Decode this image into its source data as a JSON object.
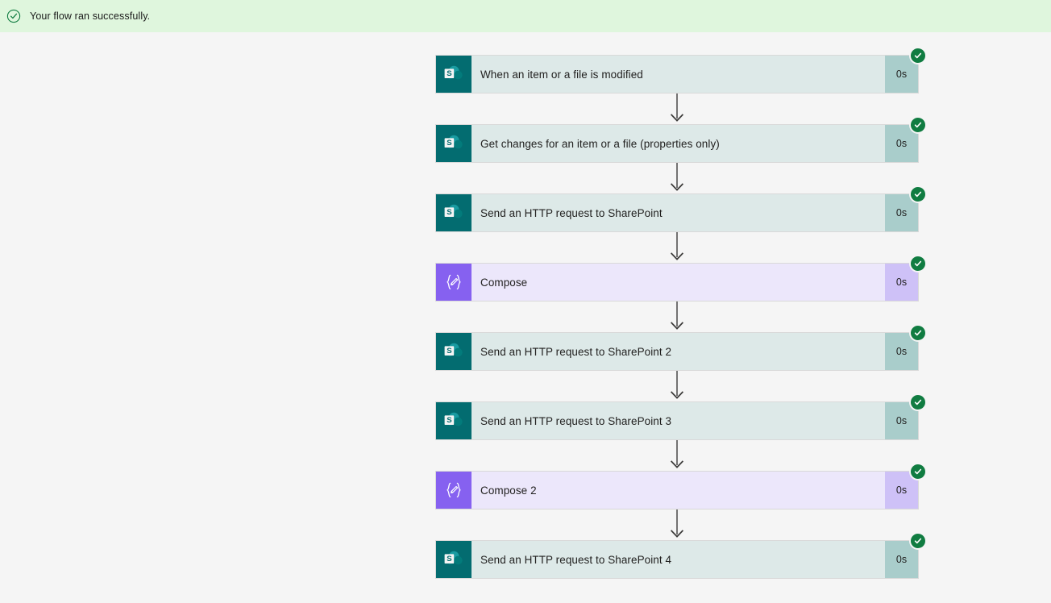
{
  "banner": {
    "icon": "check-circle-icon",
    "message": "Your flow ran successfully.",
    "background_color": "#dff6dd",
    "icon_color": "#107c41"
  },
  "colors": {
    "page_background": "#f5f5f5",
    "sharepoint_icon_bg": "#036c70",
    "sharepoint_title_bg": "#dde9e8",
    "sharepoint_duration_bg": "#a9cdcb",
    "compose_icon_bg": "#8661f0",
    "compose_title_bg": "#ece7fb",
    "compose_duration_bg": "#cec1f7",
    "status_success": "#107c41",
    "connector_line": "#3b3a39",
    "card_border": "#d9d9d9"
  },
  "flow": {
    "connector_icon": "arrow-down-icon",
    "status_icon": "check-circle-filled-icon",
    "nodes": [
      {
        "title": "When an item or a file is modified",
        "duration": "0s",
        "type": "sharepoint",
        "icon": "sharepoint-icon",
        "status": "succeeded"
      },
      {
        "title": "Get changes for an item or a file (properties only)",
        "duration": "0s",
        "type": "sharepoint",
        "icon": "sharepoint-icon",
        "status": "succeeded"
      },
      {
        "title": "Send an HTTP request to SharePoint",
        "duration": "0s",
        "type": "sharepoint",
        "icon": "sharepoint-icon",
        "status": "succeeded"
      },
      {
        "title": "Compose",
        "duration": "0s",
        "type": "compose",
        "icon": "compose-icon",
        "status": "succeeded"
      },
      {
        "title": "Send an HTTP request to SharePoint 2",
        "duration": "0s",
        "type": "sharepoint",
        "icon": "sharepoint-icon",
        "status": "succeeded"
      },
      {
        "title": "Send an HTTP request to SharePoint 3",
        "duration": "0s",
        "type": "sharepoint",
        "icon": "sharepoint-icon",
        "status": "succeeded"
      },
      {
        "title": "Compose 2",
        "duration": "0s",
        "type": "compose",
        "icon": "compose-icon",
        "status": "succeeded"
      },
      {
        "title": "Send an HTTP request to SharePoint 4",
        "duration": "0s",
        "type": "sharepoint",
        "icon": "sharepoint-icon",
        "status": "succeeded"
      }
    ]
  }
}
